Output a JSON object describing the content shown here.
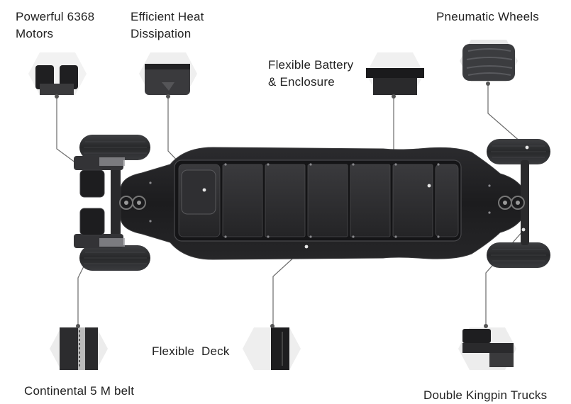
{
  "features": {
    "motors": {
      "line1": "Powerful 6368",
      "line2": "Motors"
    },
    "heat": {
      "line1": "Efficient Heat",
      "line2": "Dissipation"
    },
    "battery": {
      "line1": "Flexible Battery",
      "line2": "& Enclosure"
    },
    "wheels": {
      "line1": "Pneumatic Wheels"
    },
    "belt": {
      "line1": "Continental 5 M belt"
    },
    "deck": {
      "line1": "Flexible  Deck"
    },
    "trucks": {
      "line1": "Double Kingpin Trucks"
    }
  },
  "colors": {
    "deck": "#1a1a1c",
    "deck_edge": "#2e2e30",
    "battery_panel": "#2a2a2c",
    "wheel": "#2f3032",
    "callout_line": "#555555",
    "label_text": "#222222"
  }
}
